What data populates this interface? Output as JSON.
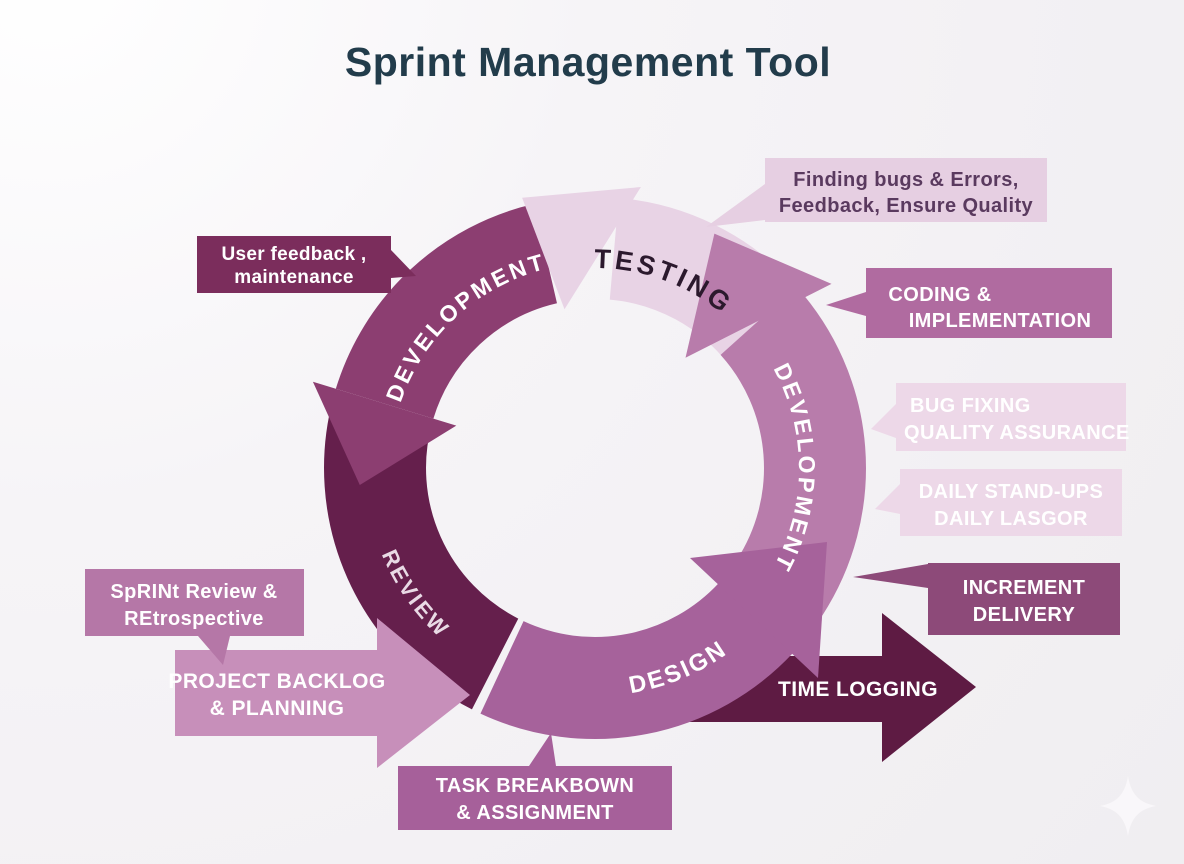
{
  "title": "Sprint Management Tool",
  "colors": {
    "background": "#f2f0f3",
    "title_text": "#223c4b",
    "testing_arc": "#e8d3e5",
    "testing_text": "#2b192d",
    "plum_arc": "#8c3e71",
    "review_arc": "#651f4c",
    "dev_right_arc": "#b87cab",
    "design_arc": "#a6629b",
    "time_arrow": "#5e1b43",
    "backlog_arrow": "#c78fba",
    "finding_bugs_box": "#e6cfe2",
    "finding_bugs_text": "#5a3a5f",
    "user_feedback_box": "#7b2d5c",
    "coding_box": "#b06ba0",
    "light_pink_box": "#edd8e8",
    "increment_box": "#8d4a79",
    "sprint_review_box": "#b577a7",
    "task_box": "#a6609a",
    "white_text": "#ffffff",
    "review_text": "#e9dae5",
    "sparkle": "#f9f7fa"
  },
  "cycle": {
    "top_left": "DEVELOPMENT",
    "top": "TESTING",
    "right": "DEVELOPMENT",
    "left": "REVIEW",
    "bottom": "DESIGN"
  },
  "callouts": {
    "finding_bugs": {
      "line1": "Finding bugs & Errors,",
      "line2": "Feedback, Ensure Quality"
    },
    "user_feedback": {
      "line1": "User feedback ,",
      "line2": "maintenance"
    },
    "coding": {
      "line1": "CODING &",
      "line2": "IMPLEMENTATION"
    },
    "bug_fixing": {
      "line1": "BUG FIXING",
      "line2": "QUALITY ASSURANCE"
    },
    "daily_standups": {
      "line1": "DAILY STAND-UPS",
      "line2": "DAILY LASGOR"
    },
    "increment_delivery": {
      "line1": "INCREMENT",
      "line2": "DELIVERY"
    },
    "time_logging": {
      "label": "TIME LOGGING"
    },
    "sprint_review": {
      "line1": "SpRINt Review &",
      "line2": "REtrospective"
    },
    "project_backlog": {
      "line1": "PROJECT BACKLOG",
      "line2": "& PLANNING"
    },
    "task_breakdown": {
      "line1": "TASK BREAKBOWN",
      "line2": "& ASSIGNMENT"
    }
  }
}
